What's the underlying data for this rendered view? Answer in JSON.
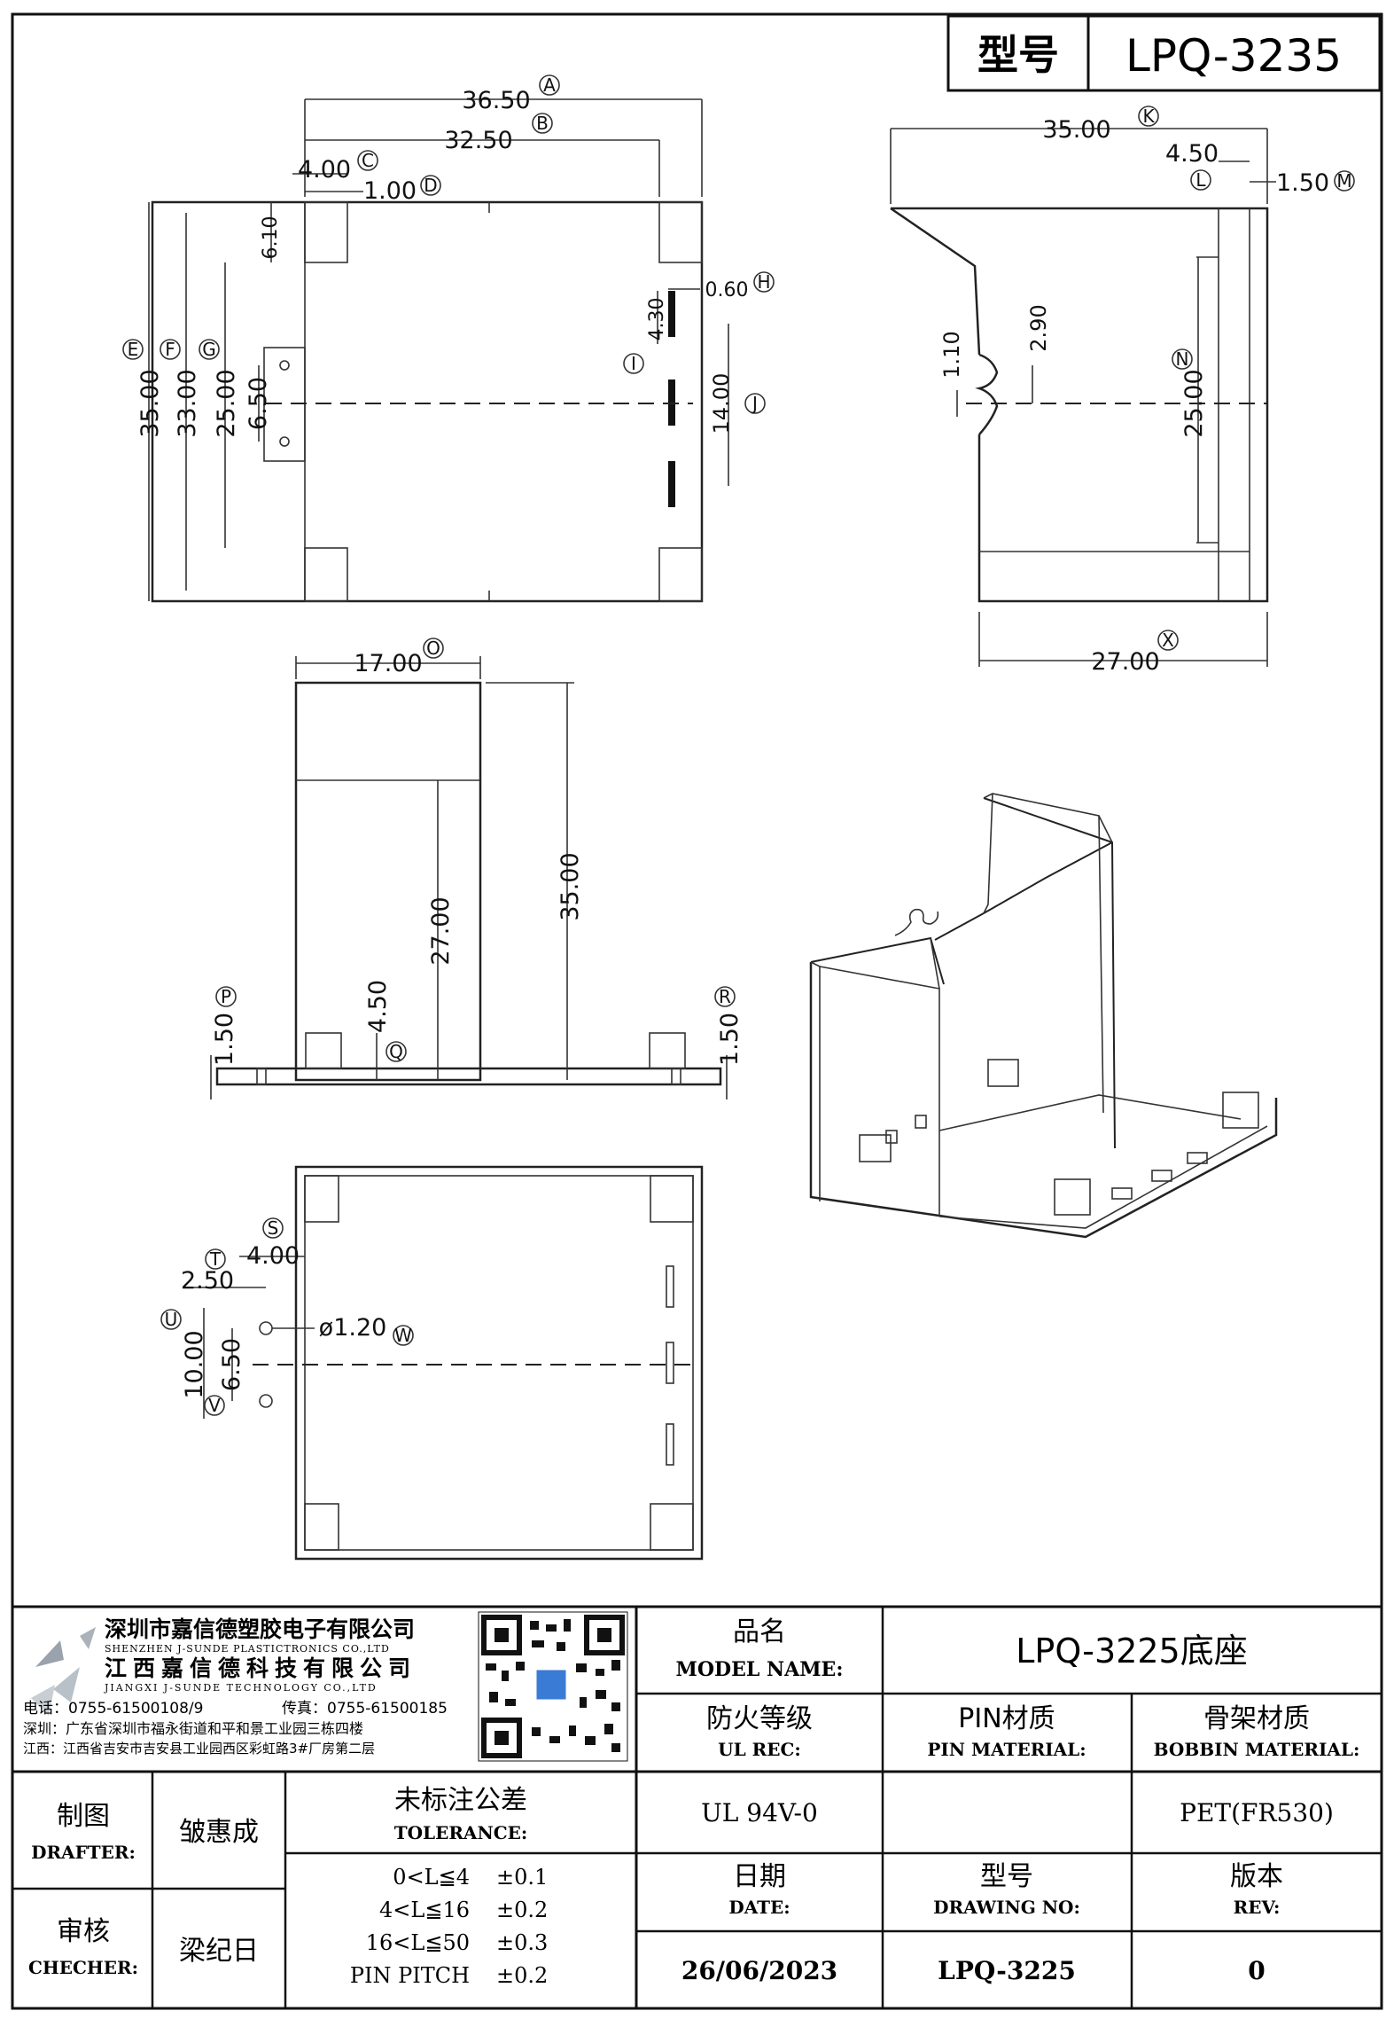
{
  "header": {
    "model_label": "型号",
    "model_value": "LPQ-3235"
  },
  "top_view": {
    "dims": {
      "a": "36.50",
      "b": "32.50",
      "c": "4.00",
      "d": "1.00",
      "e": "35.00",
      "f": "33.00",
      "g": "25.00",
      "h_small": "6.50",
      "i": "6.10",
      "j": "14.00",
      "k": "4.30",
      "l": "0.60"
    },
    "tags": {
      "a": "A",
      "b": "B",
      "c": "C",
      "d": "D",
      "e": "E",
      "f": "F",
      "g": "G",
      "h": "H",
      "i": "I",
      "j": "J"
    }
  },
  "side_view": {
    "dims": {
      "k": "35.00",
      "l": "4.50",
      "m": "1.50",
      "n": "25.00",
      "x": "27.00",
      "t": "1.10",
      "u": "2.90"
    },
    "tags": {
      "k": "K",
      "l": "L",
      "m": "M",
      "n": "N",
      "x": "X"
    }
  },
  "front_view": {
    "dims": {
      "o": "17.00",
      "h35": "35.00",
      "h27": "27.00",
      "p": "1.50",
      "q": "4.50",
      "r": "1.50"
    },
    "tags": {
      "o": "O",
      "p": "P",
      "q": "Q",
      "r": "R"
    }
  },
  "bottom_view": {
    "dims": {
      "s": "4.00",
      "t": "2.50",
      "u": "10.00",
      "v": "6.50",
      "w": "ø1.20"
    },
    "tags": {
      "s": "S",
      "t": "T",
      "u": "U",
      "v": "V",
      "w": "W"
    }
  },
  "company": {
    "name1_cn": "深圳市嘉信德塑胶电子有限公司",
    "name1_en": "SHENZHEN J-SUNDE PLASTICTRONICS CO.,LTD",
    "name2_cn": "江西嘉信德科技有限公司",
    "name2_en": "JIANGXI J-SUNDE TECHNOLOGY CO.,LTD",
    "phone": "电话：0755-61500108/9",
    "fax": "传真：0755-61500185",
    "addr_sz": "深圳：广东省深圳市福永街道和平和景工业园三栋四楼",
    "addr_jx": "江西：江西省吉安市吉安县工业园西区彩虹路3#厂房第二层"
  },
  "title_block": {
    "model_name_cn": "品名",
    "model_name_en": "MODEL NAME:",
    "model_name_value": "LPQ-3225底座",
    "ul_cn": "防火等级",
    "ul_en": "UL REC:",
    "pin_cn": "PIN材质",
    "pin_en": "PIN MATERIAL:",
    "bobbin_cn": "骨架材质",
    "bobbin_en": "BOBBIN MATERIAL:",
    "ul_value": "UL 94V-0",
    "pin_value": "",
    "bobbin_value": "PET(FR530)",
    "drafter_cn": "制图",
    "drafter_en": "DRAFTER:",
    "drafter_name": "皱惠成",
    "checker_cn": "审核",
    "checker_en": "CHECHER:",
    "checker_name": "梁纪日",
    "tolerance_cn": "未标注公差",
    "tolerance_en": "TOLERANCE:",
    "tolerances": [
      {
        "range": "0<L≦4",
        "value": "±0.1"
      },
      {
        "range": "4<L≦16",
        "value": "±0.2"
      },
      {
        "range": "16<L≦50",
        "value": "±0.3"
      },
      {
        "range": "PIN PITCH",
        "value": "±0.2"
      }
    ],
    "date_cn": "日期",
    "date_en": "DATE:",
    "date_value": "26/06/2023",
    "drawno_cn": "型号",
    "drawno_en": "DRAWING NO:",
    "drawno_value": "LPQ-3225",
    "rev_cn": "版本",
    "rev_en": "REV:",
    "rev_value": "0"
  }
}
